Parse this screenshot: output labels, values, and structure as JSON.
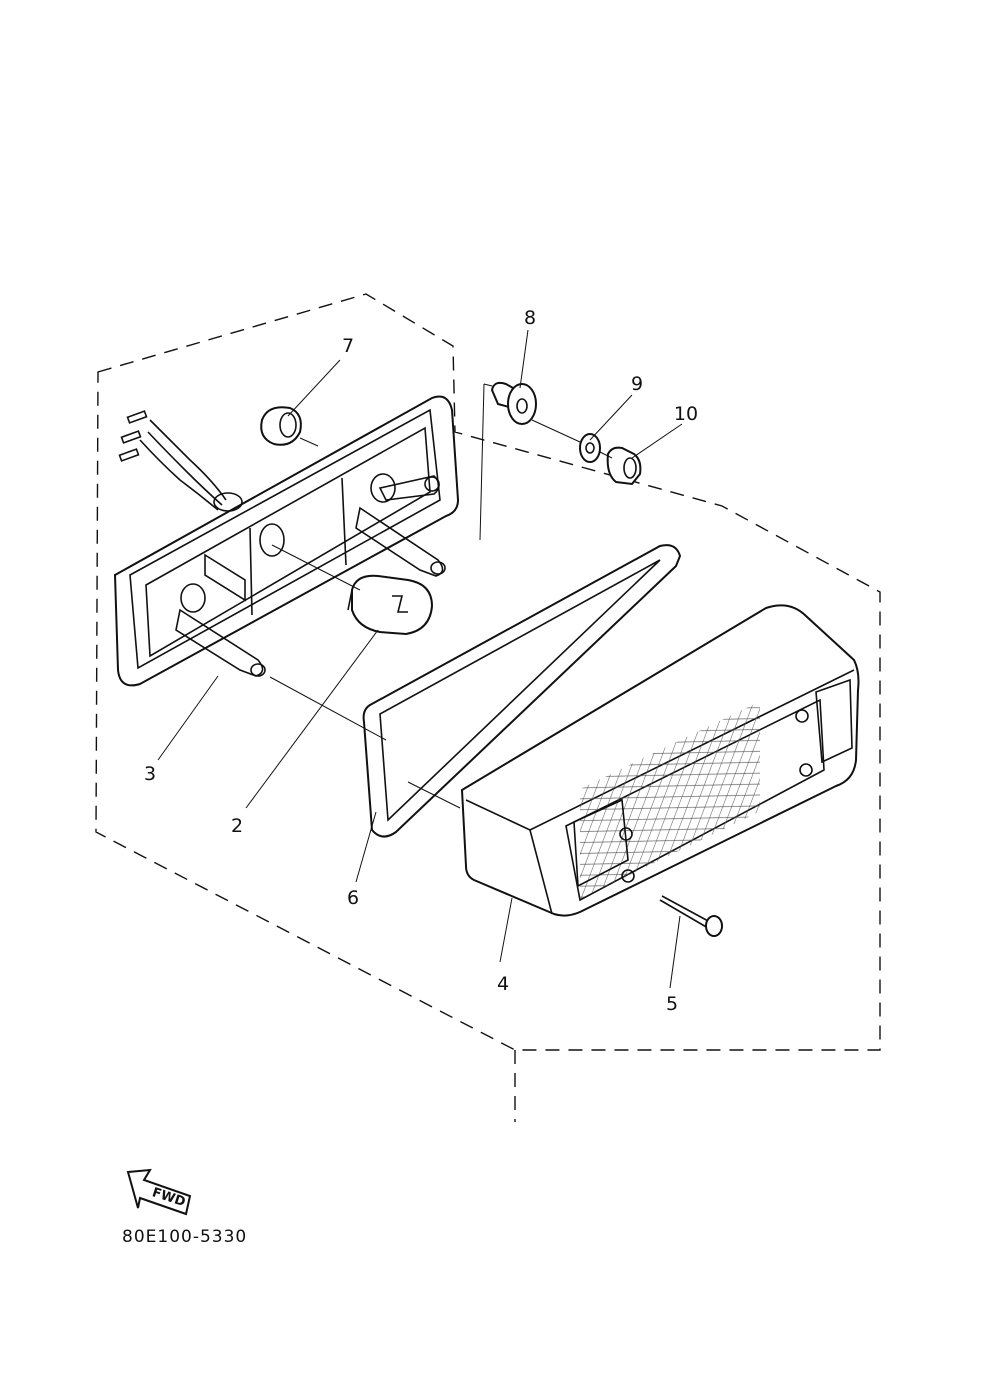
{
  "diagram": {
    "callouts": [
      "2",
      "3",
      "4",
      "5",
      "6",
      "7",
      "8",
      "9",
      "10"
    ],
    "direction_label": "FWD",
    "drawing_code": "80E100-5330"
  }
}
